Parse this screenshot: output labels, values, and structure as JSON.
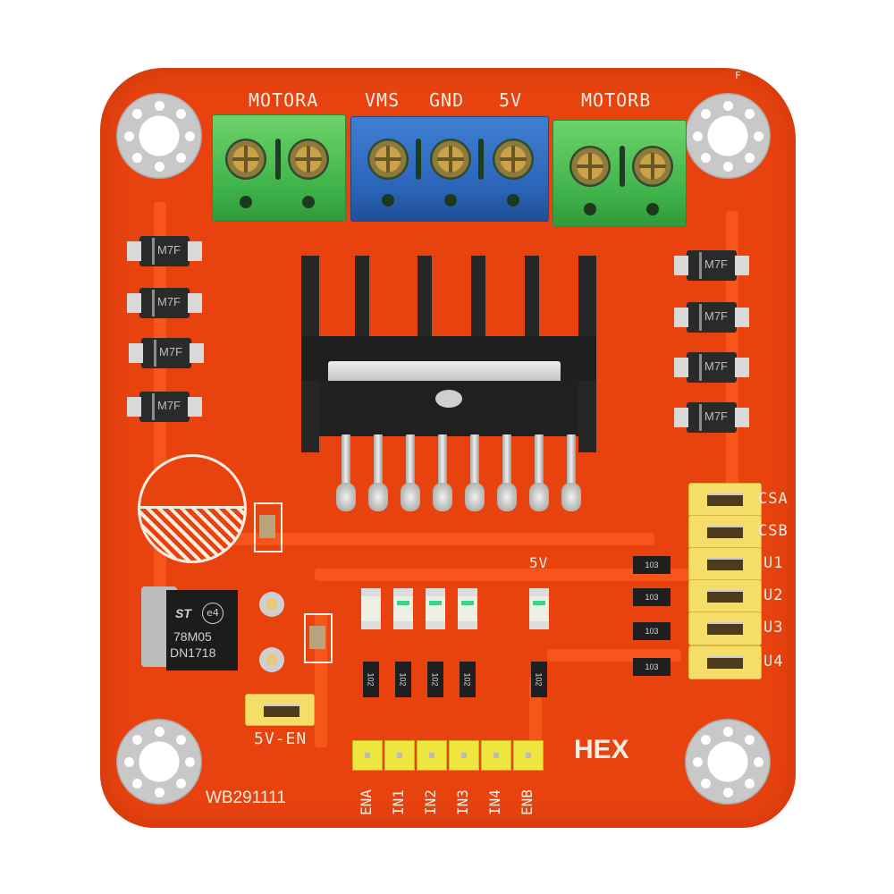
{
  "board": {
    "color": "#e8430f",
    "trace_color": "#f7561a",
    "silkscreen_color": "#f4ede0",
    "id_label": "WB291111",
    "brand_label": "HEX",
    "corner_mark": "F"
  },
  "terminals": {
    "motor_a": "MOTORA",
    "vms": "VMS",
    "gnd": "GND",
    "five_v": "5V",
    "motor_b": "MOTORB"
  },
  "diodes": {
    "marking": "M7F",
    "left_count": 4,
    "right_count": 4
  },
  "regulator": {
    "logo": "ST",
    "rohs": "e4",
    "part": "78M05",
    "lot": "DN1718"
  },
  "jumpers": {
    "five_v_en": "5V-EN",
    "right_stack": [
      "CSA",
      "CSB",
      "U1",
      "U2",
      "U3",
      "U4"
    ]
  },
  "resistors": {
    "pullup_marking": "103",
    "led_resistor_marking": "102"
  },
  "led_area": {
    "label": "5V"
  },
  "header": {
    "pins": [
      "ENA",
      "IN1",
      "IN2",
      "IN3",
      "IN4",
      "ENB"
    ]
  }
}
